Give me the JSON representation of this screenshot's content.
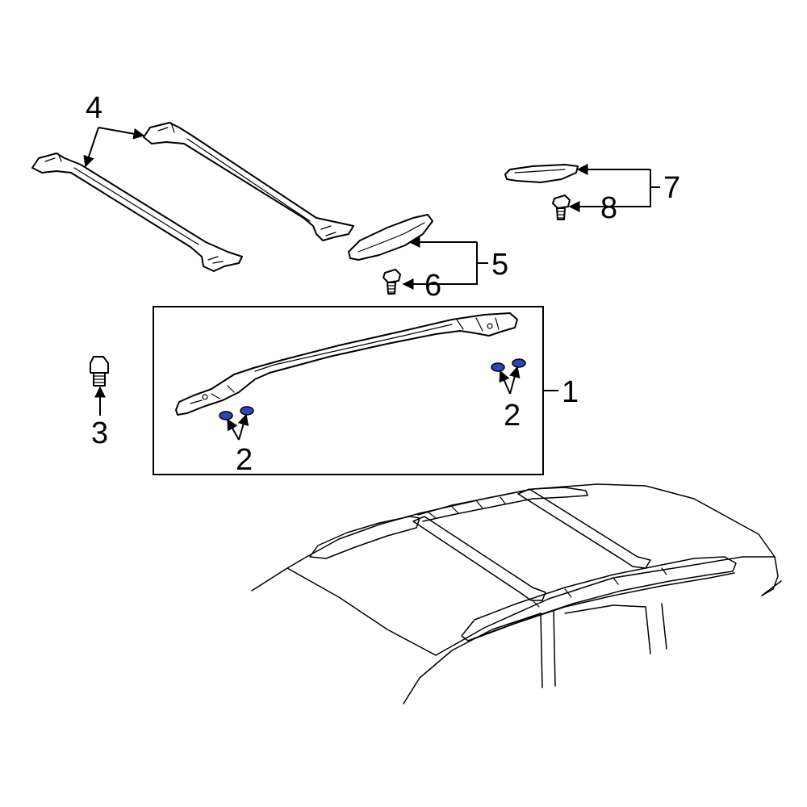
{
  "diagram": {
    "callouts": {
      "c1": "1",
      "c2a": "2",
      "c2b": "2",
      "c3": "3",
      "c4": "4",
      "c5": "5",
      "c6": "6",
      "c7": "7",
      "c8": "8"
    },
    "colors": {
      "line": "#000000",
      "background": "#ffffff",
      "plug_fill": "#3344bb"
    }
  }
}
